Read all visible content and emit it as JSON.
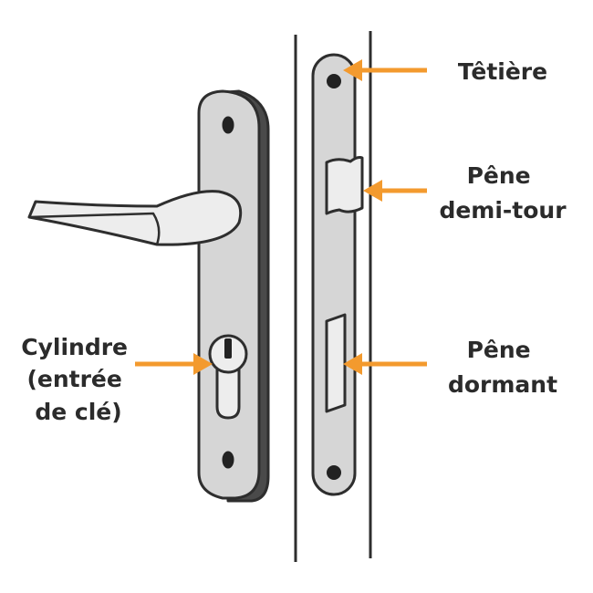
{
  "labels": {
    "cylindre": [
      "Cylindre",
      "(entrée",
      "de clé)"
    ],
    "tetiere": [
      "Têtière"
    ],
    "pene_demi_tour": [
      "Pêne",
      "demi-tour"
    ],
    "pene_dormant": [
      "Pêne",
      "dormant"
    ]
  },
  "colors": {
    "arrow": "#f39a2e",
    "outline": "#2e2e2e",
    "plate_fill": "#d6d6d6",
    "plate_shadow": "#4a4a4a",
    "handle_fill": "#ededed",
    "text": "#2b2b2b"
  }
}
